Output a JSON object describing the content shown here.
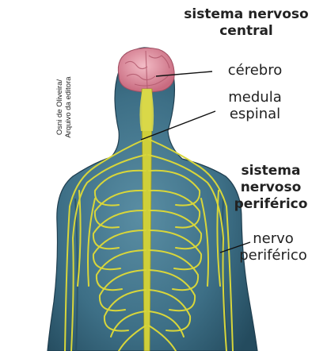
{
  "labels": {
    "central_line1": "sistema nervoso",
    "central_line2": "central",
    "brain": "cérebro",
    "spinal_line1": "medula",
    "spinal_line2": "espinal",
    "peripheral_system_line1": "sistema",
    "peripheral_system_line2": "nervoso",
    "peripheral_system_line3": "periférico",
    "nerve_line1": "nervo",
    "nerve_line2": "periférico"
  },
  "credit": {
    "line1": "Osni de Oliveira/",
    "line2": "Arquivo da editora"
  },
  "colors": {
    "skin": "#3d6f86",
    "skin_dark": "#24495c",
    "brain": "#e39aa8",
    "nerves": "#d8d63a",
    "spinal_cord": "#cfcf3a",
    "leader_line": "#111111"
  }
}
